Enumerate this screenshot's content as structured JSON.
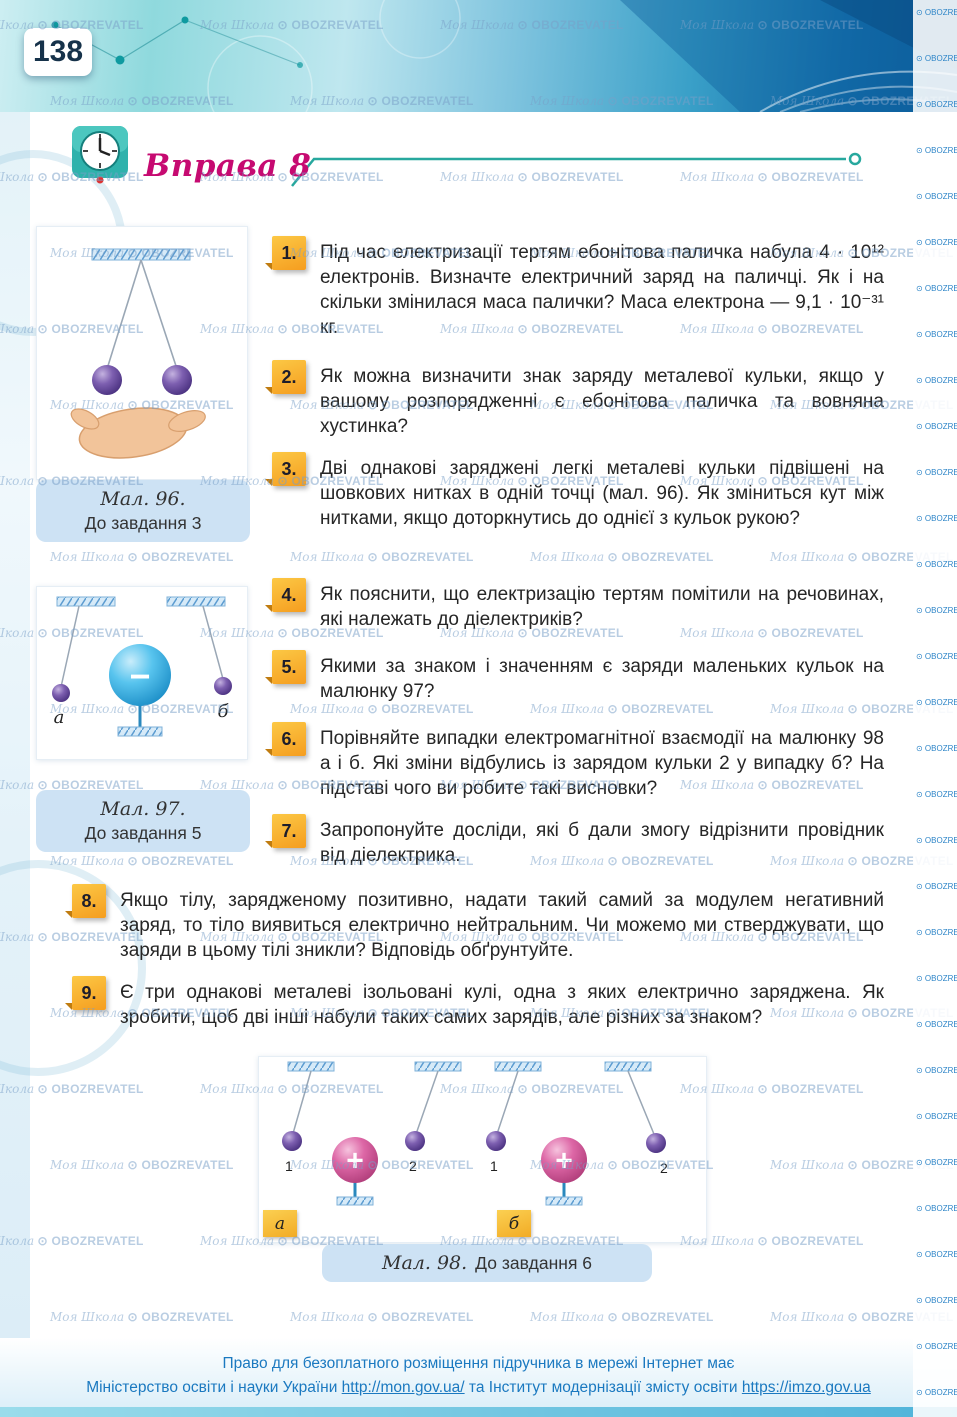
{
  "page_number": "138",
  "header": {
    "title": "Вправа 8"
  },
  "questions": [
    {
      "num": "1.",
      "text": "Під час електризації тертям ебонітова паличка набула 4 · 10¹² електронів. Визначте електричний заряд на паличці. Як і на скільки змінилася маса палички? Маса електрона — 9,1 · 10⁻³¹ кг."
    },
    {
      "num": "2.",
      "text": "Як можна визначити знак заряду металевої кульки, якщо у вашому розпорядженні є ебонітова паличка та вовняна хустинка?"
    },
    {
      "num": "3.",
      "text": "Дві однакові заряджені легкі металеві кульки підвішені на шовкових нитках в одній точці (мал. 96). Як зміниться кут між нитками, якщо доторкнутись до однієї з кульок рукою?"
    },
    {
      "num": "4.",
      "text": "Як пояснити, що електризацію тертям помітили на речовинах, які належать до діелектриків?"
    },
    {
      "num": "5.",
      "text": "Якими за знаком і значенням є заряди маленьких кульок на малюнку 97?"
    },
    {
      "num": "6.",
      "text": "Порівняйте випадки електромагнітної взаємодії на малюнку 98 а і б. Які зміни відбулись із зарядом кульки 2 у випадку б? На підставі чого ви робите такі висновки?"
    },
    {
      "num": "7.",
      "text": "Запропонуйте досліди, які б дали змогу відрізнити провідник від діелектрика."
    },
    {
      "num": "8.",
      "text": "Якщо тілу, зарядженому позитивно, надати такий самий за модулем негативний заряд, то тіло виявиться електрично нейтральним. Чи можемо ми стверджувати, що заряди в цьому тілі зникли? Відповідь обґрунтуйте."
    },
    {
      "num": "9.",
      "text": "Є три однакові металеві ізольовані кулі, одна з яких електрично заряджена. Як зробити, щоб дві інші набули таких самих зарядів, але різних за знаком?"
    }
  ],
  "figures": {
    "fig96": {
      "title": "Мал. 96.",
      "subtitle": "До завдання 3"
    },
    "fig97": {
      "title": "Мал. 97.",
      "subtitle": "До завдання 5",
      "label_a": "а",
      "label_b": "б",
      "charge": "−"
    },
    "fig98": {
      "title": "Мал. 98.",
      "subtitle": "До завдання 6",
      "label_a": "а",
      "label_b": "б",
      "charge": "+",
      "ball_labels": [
        "1",
        "2",
        "1",
        "2"
      ]
    }
  },
  "footer": {
    "line1": "Право для безоплатного розміщення підручника в мережі Інтернет має",
    "line2_prefix": "Міністерство освіти і науки України ",
    "link1": "http://mon.gov.ua/",
    "line2_middle": " та Інститут модернізації змісту освіти ",
    "link2": "https://imzo.gov.ua"
  },
  "watermark": {
    "brand": "Моя Школа",
    "site": "OBOZREVATEL"
  }
}
